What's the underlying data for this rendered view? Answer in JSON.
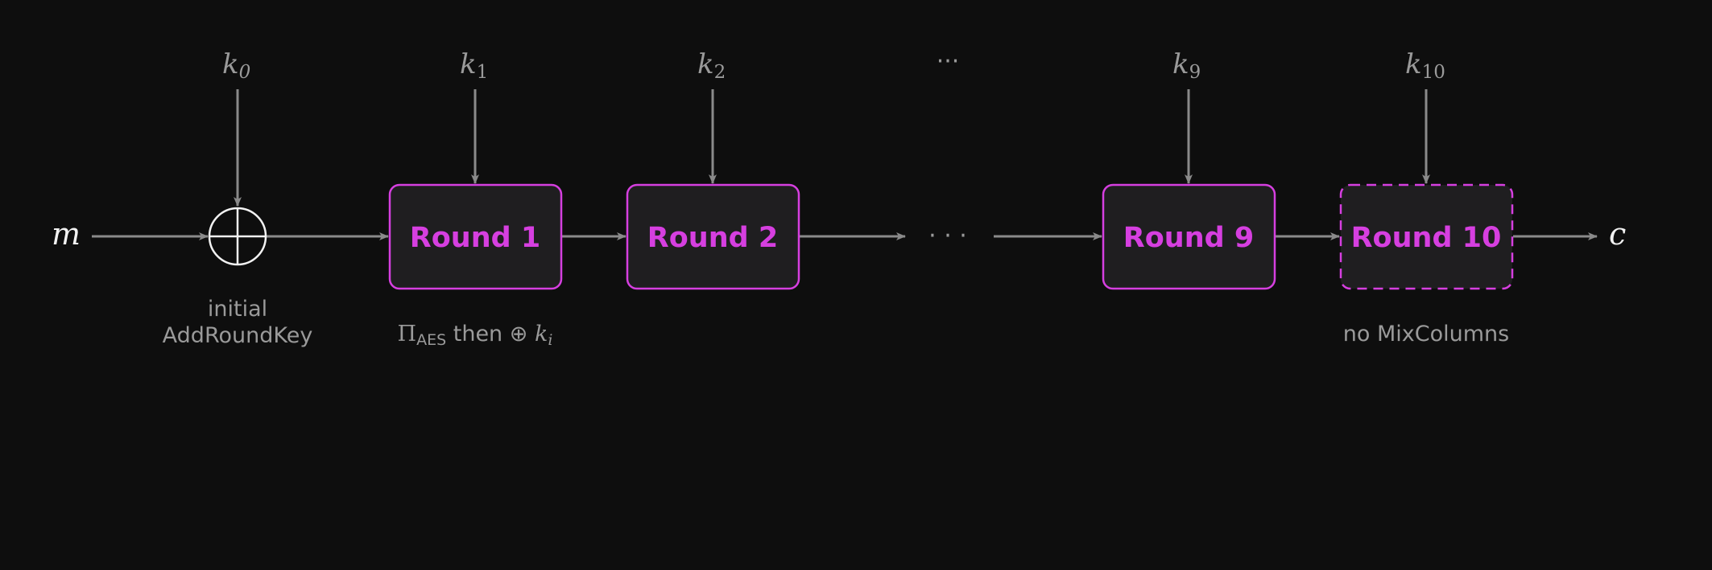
{
  "input_label": "m",
  "output_label": "c",
  "keys": [
    {
      "base": "k",
      "sub": "0"
    },
    {
      "base": "k",
      "sub": "1"
    },
    {
      "base": "k",
      "sub": "2"
    },
    {
      "base": "k",
      "sub": "9"
    },
    {
      "base": "k",
      "sub": "10"
    }
  ],
  "ellipsis_top": "···",
  "ellipsis_mid": "· · ·",
  "rounds": [
    {
      "label": "Round 1"
    },
    {
      "label": "Round 2"
    },
    {
      "label": "Round 9"
    },
    {
      "label": "Round 10"
    }
  ],
  "captions": {
    "initial_line1": "initial",
    "initial_line2": "AddRoundKey",
    "round_pi": "Π",
    "round_pi_sub": "AES",
    "round_then": "then",
    "round_oplus": "⊕",
    "round_k": "k",
    "round_k_sub": "i",
    "final": "no MixColumns"
  },
  "colors": {
    "background": "#0e0e0e",
    "accent": "#d63fe0",
    "box_fill": "#1f1e20",
    "arrow": "#8a8a8a",
    "text_gray": "#9a9a9a",
    "text_white": "#f2f2f2"
  }
}
